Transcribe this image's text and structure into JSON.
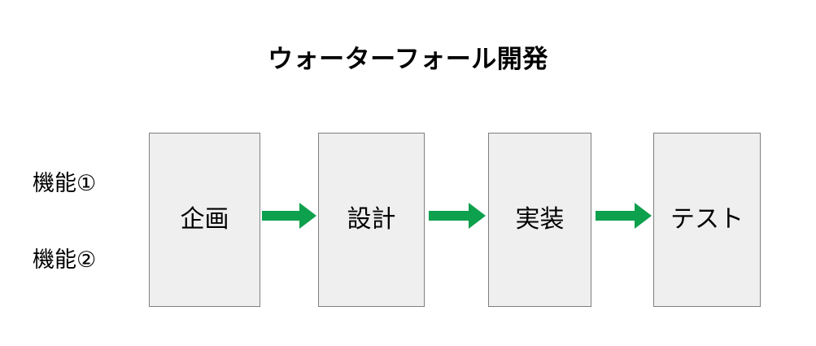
{
  "diagram": {
    "title": "ウォーターフォール開発",
    "colors": {
      "box_fill": "#efefef",
      "box_border": "#7f7f7f",
      "arrow": "#0da04d",
      "text": "#000000",
      "background": "#ffffff"
    },
    "side_labels": [
      {
        "id": "feature-1",
        "text": "機能①"
      },
      {
        "id": "feature-2",
        "text": "機能②"
      }
    ],
    "stages": [
      {
        "id": "stage-planning",
        "label": "企画"
      },
      {
        "id": "stage-design",
        "label": "設計"
      },
      {
        "id": "stage-implementation",
        "label": "実装"
      },
      {
        "id": "stage-test",
        "label": "テスト"
      }
    ],
    "arrows": [
      {
        "id": "arrow-planning-to-design",
        "from": "企画",
        "to": "設計",
        "direction": "right"
      },
      {
        "id": "arrow-design-to-implementation",
        "from": "設計",
        "to": "実装",
        "direction": "right"
      },
      {
        "id": "arrow-implementation-to-test",
        "from": "実装",
        "to": "テスト",
        "direction": "right"
      }
    ]
  }
}
